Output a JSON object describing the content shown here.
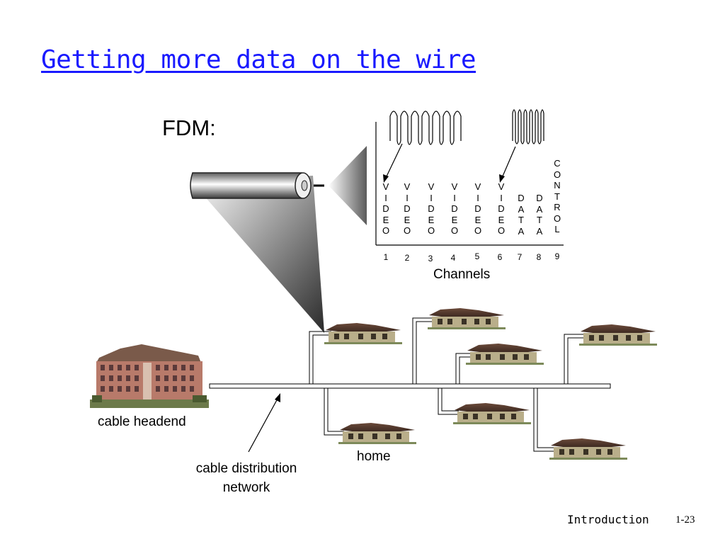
{
  "slide": {
    "title": "Getting more data on the wire",
    "fdm_label": "FDM:",
    "channels_axis_label": "Channels",
    "channels": [
      {
        "number": "1",
        "letters": [
          "V",
          "I",
          "D",
          "E",
          "O"
        ]
      },
      {
        "number": "2",
        "letters": [
          "V",
          "I",
          "D",
          "E",
          "O"
        ]
      },
      {
        "number": "3",
        "letters": [
          "V",
          "I",
          "D",
          "E",
          "O"
        ]
      },
      {
        "number": "4",
        "letters": [
          "V",
          "I",
          "D",
          "E",
          "O"
        ]
      },
      {
        "number": "5",
        "letters": [
          "V",
          "I",
          "D",
          "E",
          "O"
        ]
      },
      {
        "number": "6",
        "letters": [
          "V",
          "I",
          "D",
          "E",
          "O"
        ]
      },
      {
        "number": "7",
        "letters": [
          "D",
          "A",
          "T",
          "A"
        ]
      },
      {
        "number": "8",
        "letters": [
          "D",
          "A",
          "T",
          "A"
        ]
      },
      {
        "number": "9",
        "letters": [
          "C",
          "O",
          "N",
          "T",
          "R",
          "O",
          "L"
        ]
      }
    ],
    "labels": {
      "headend": "cable headend",
      "home": "home",
      "network_line1": "cable distribution",
      "network_line2": "network"
    },
    "footer": {
      "section": "Introduction",
      "page": "1-23"
    }
  }
}
